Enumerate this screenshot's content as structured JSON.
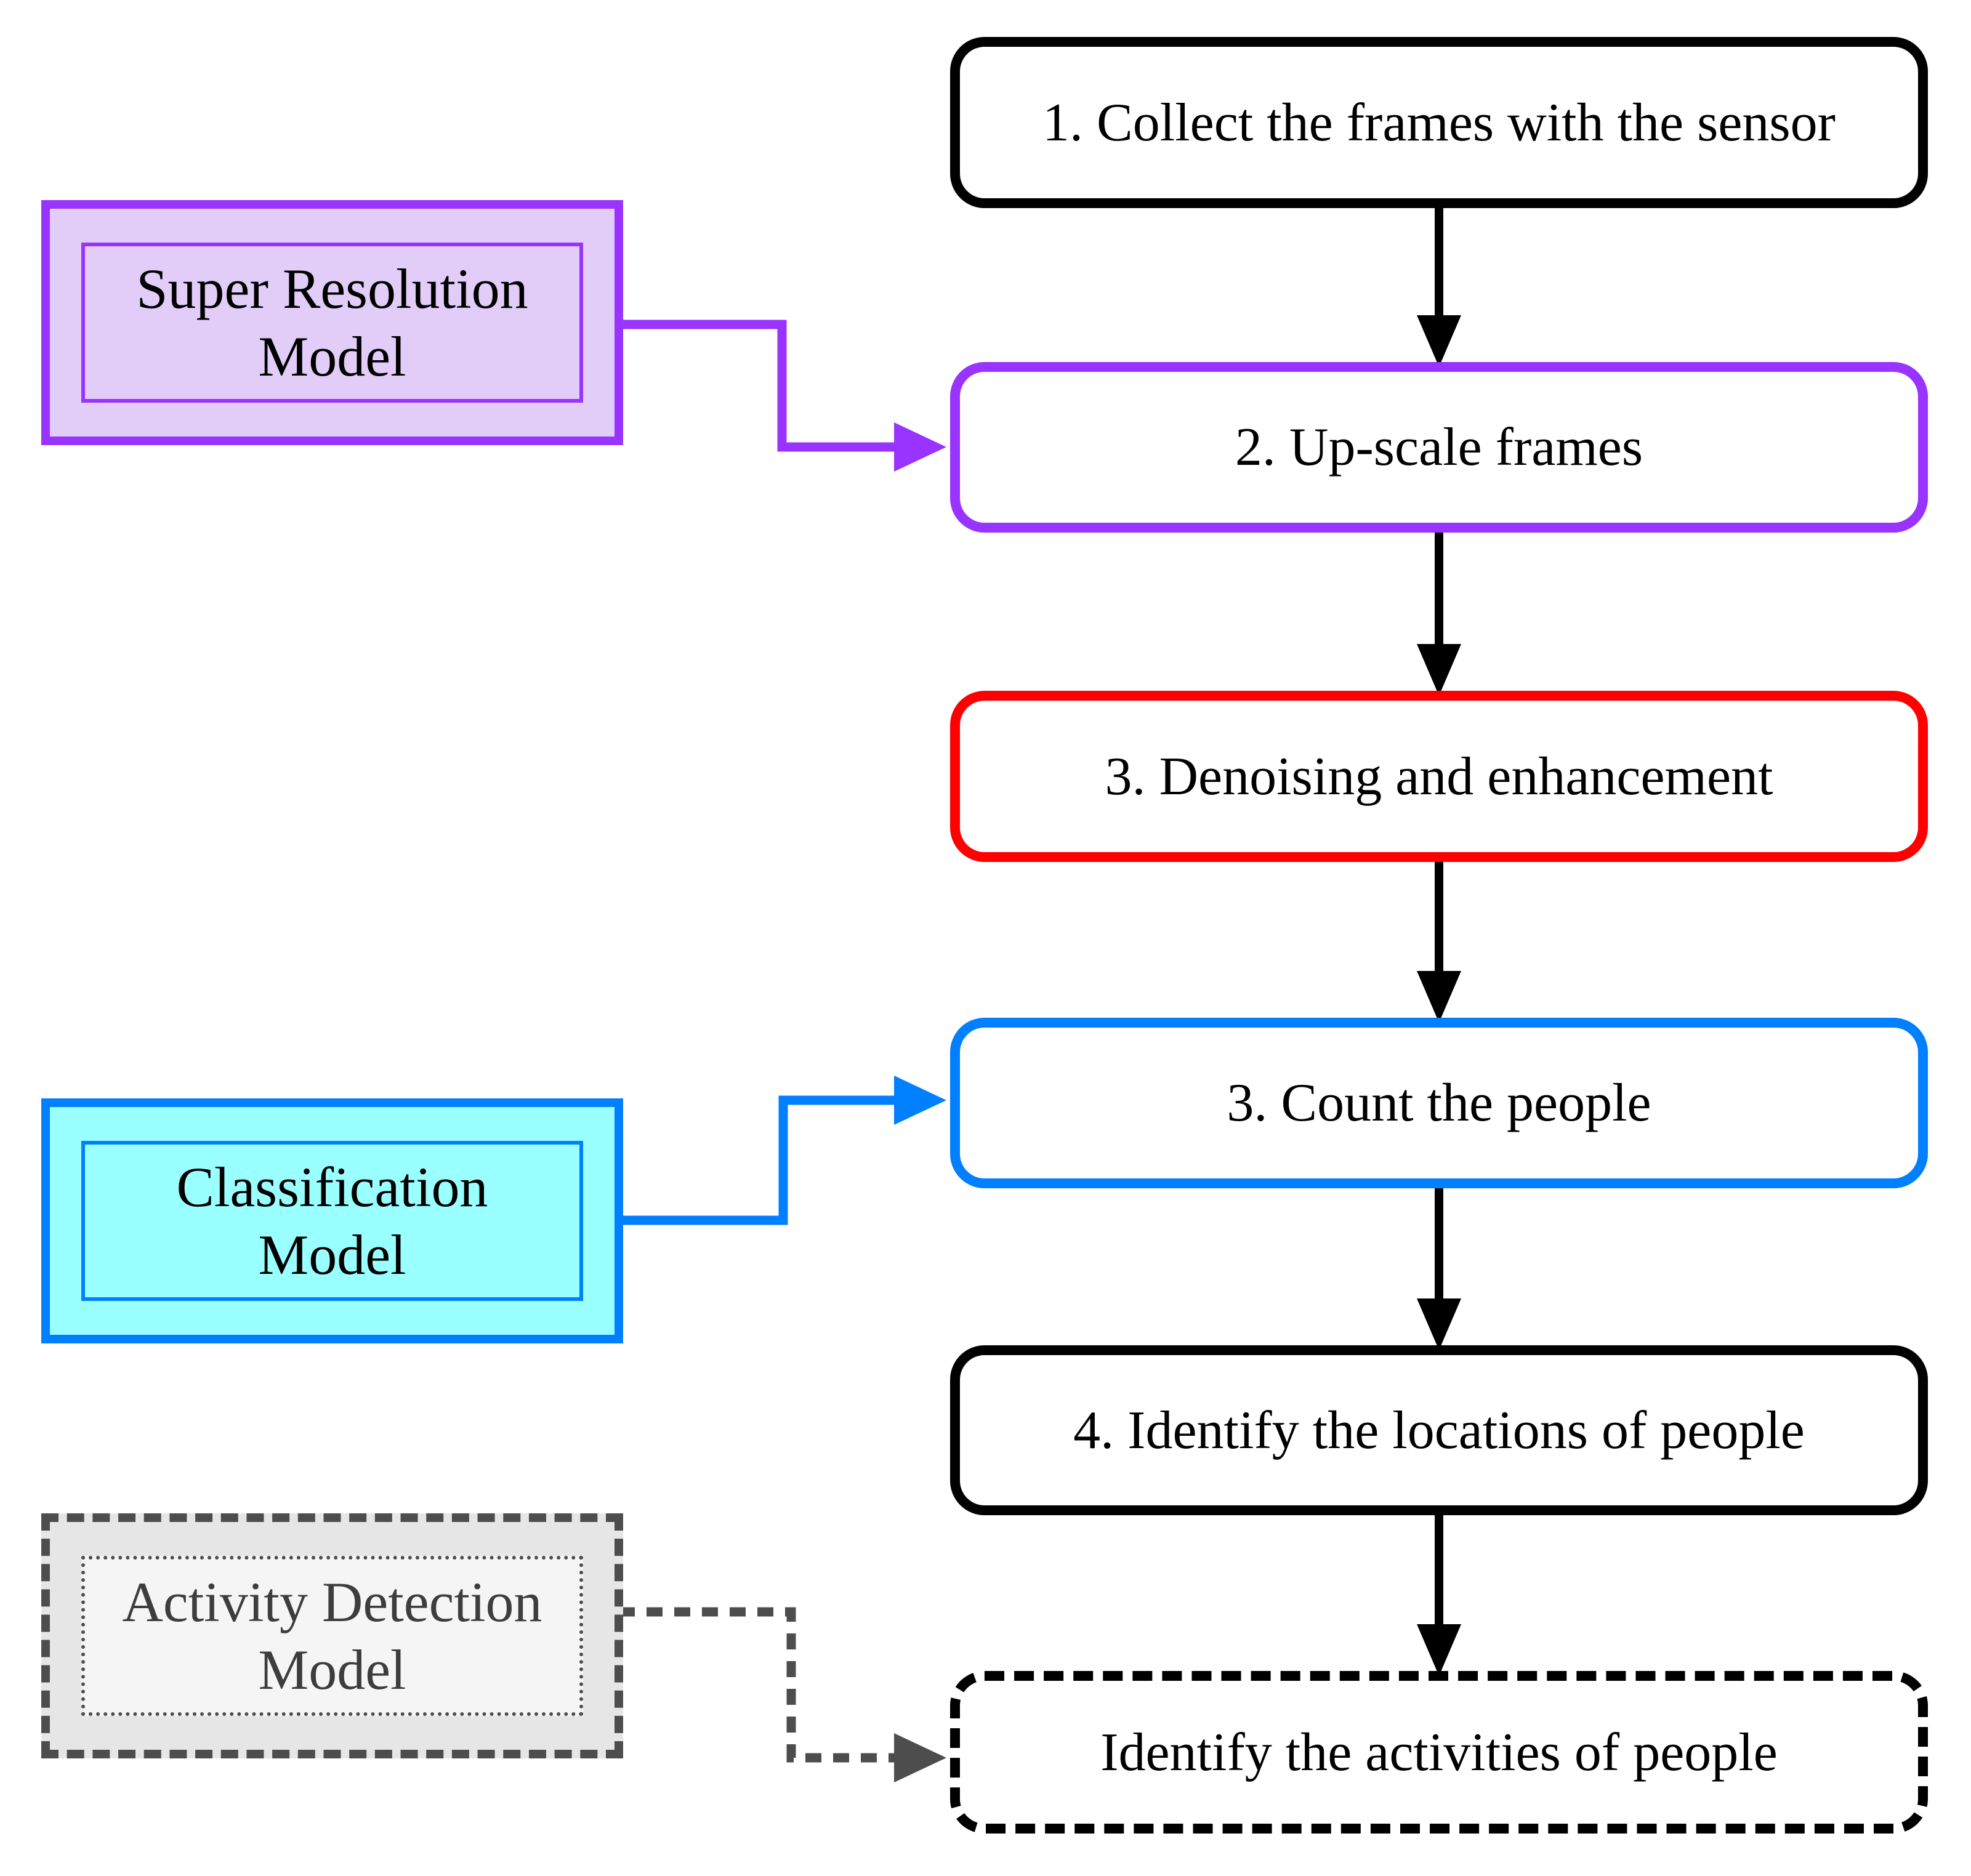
{
  "colors": {
    "black": "#000000",
    "purple": "#9933FF",
    "purple_fill": "#E2CCF8",
    "blue": "#007FFF",
    "cyan_fill": "#99FFFF",
    "red": "#FF0000",
    "gray": "#4D4D4D",
    "gray_fill": "#E6E6E6",
    "gray_inner_fill": "#F5F5F5",
    "gray_text": "#3D3D3D",
    "white": "#FFFFFF"
  },
  "flow": {
    "steps": [
      {
        "id": "collect",
        "label": "1. Collect the frames with the sensor"
      },
      {
        "id": "upscale",
        "label": "2. Up-scale frames"
      },
      {
        "id": "denoise",
        "label": "3. Denoising and enhancement"
      },
      {
        "id": "count",
        "label": "3. Count the people"
      },
      {
        "id": "locations",
        "label": "4. Identify the locations of people"
      },
      {
        "id": "activities",
        "label": "Identify the activities of people"
      }
    ]
  },
  "models": {
    "super_resolution": {
      "label": "Super Resolution Model"
    },
    "classification": {
      "label": "Classification Model"
    },
    "activity_detection": {
      "label": "Activity Detection Model"
    }
  }
}
